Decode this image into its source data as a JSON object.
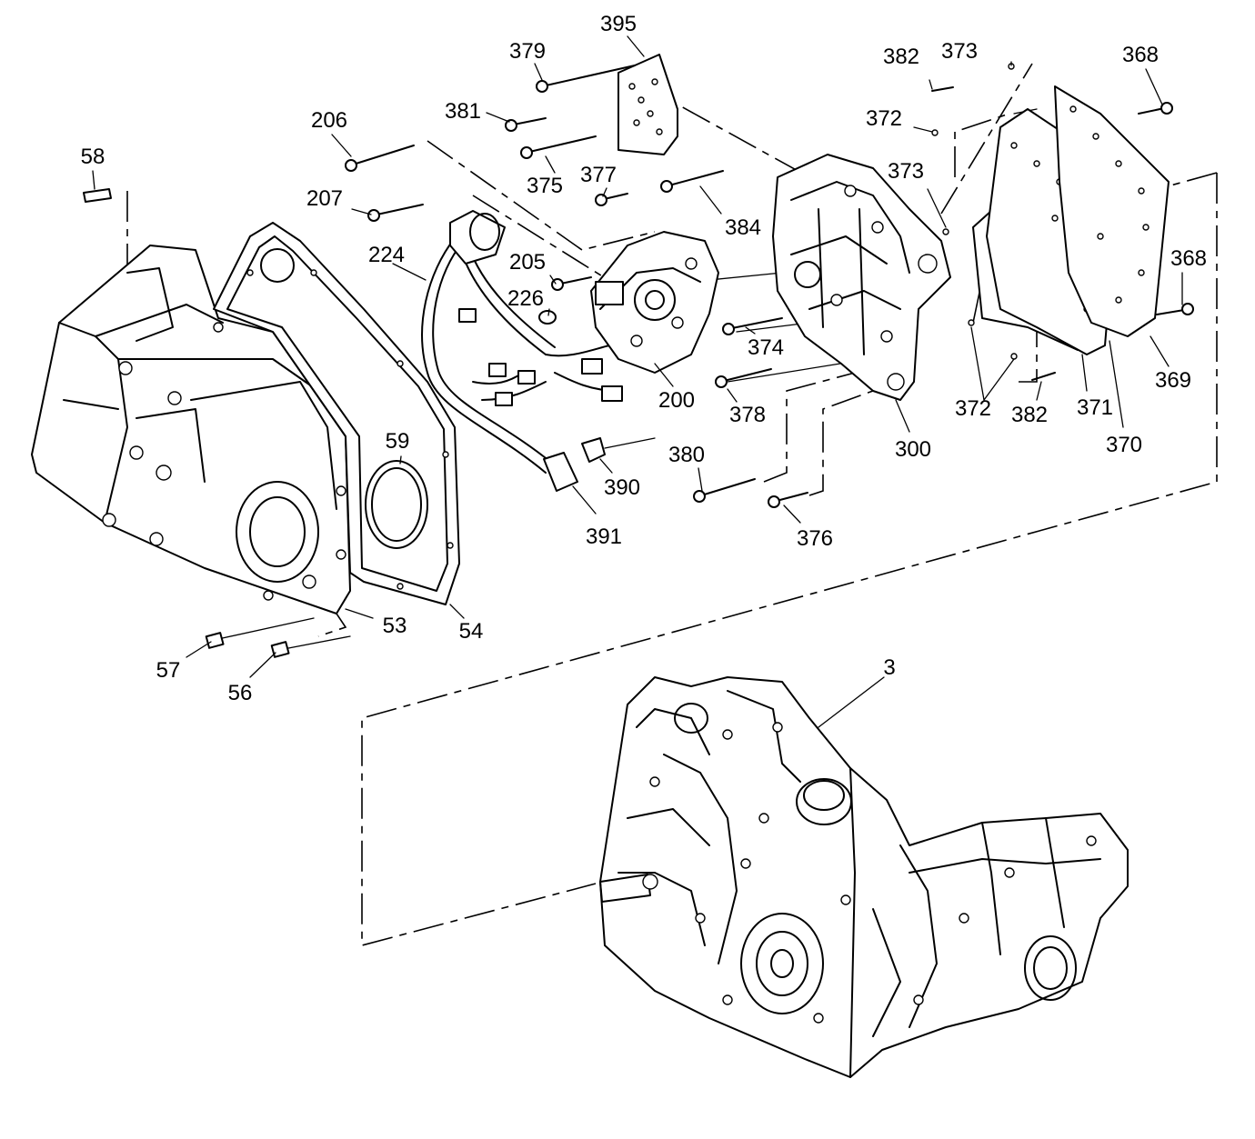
{
  "callouts": [
    {
      "id": "58",
      "text": "58"
    },
    {
      "id": "206",
      "text": "206"
    },
    {
      "id": "207",
      "text": "207"
    },
    {
      "id": "224",
      "text": "224"
    },
    {
      "id": "379",
      "text": "379"
    },
    {
      "id": "395",
      "text": "395"
    },
    {
      "id": "381",
      "text": "381"
    },
    {
      "id": "375",
      "text": "375"
    },
    {
      "id": "377",
      "text": "377"
    },
    {
      "id": "384",
      "text": "384"
    },
    {
      "id": "205",
      "text": "205"
    },
    {
      "id": "226",
      "text": "226"
    },
    {
      "id": "200",
      "text": "200"
    },
    {
      "id": "374",
      "text": "374"
    },
    {
      "id": "378",
      "text": "378"
    },
    {
      "id": "300",
      "text": "300"
    },
    {
      "id": "380",
      "text": "380"
    },
    {
      "id": "376",
      "text": "376"
    },
    {
      "id": "390",
      "text": "390"
    },
    {
      "id": "391",
      "text": "391"
    },
    {
      "id": "59",
      "text": "59"
    },
    {
      "id": "53",
      "text": "53"
    },
    {
      "id": "54",
      "text": "54"
    },
    {
      "id": "57",
      "text": "57"
    },
    {
      "id": "56",
      "text": "56"
    },
    {
      "id": "382a",
      "text": "382"
    },
    {
      "id": "373a",
      "text": "373"
    },
    {
      "id": "368a",
      "text": "368"
    },
    {
      "id": "372a",
      "text": "372"
    },
    {
      "id": "373b",
      "text": "373"
    },
    {
      "id": "368b",
      "text": "368"
    },
    {
      "id": "369",
      "text": "369"
    },
    {
      "id": "372b",
      "text": "372"
    },
    {
      "id": "382b",
      "text": "382"
    },
    {
      "id": "371",
      "text": "371"
    },
    {
      "id": "370",
      "text": "370"
    },
    {
      "id": "3",
      "text": "3"
    }
  ]
}
